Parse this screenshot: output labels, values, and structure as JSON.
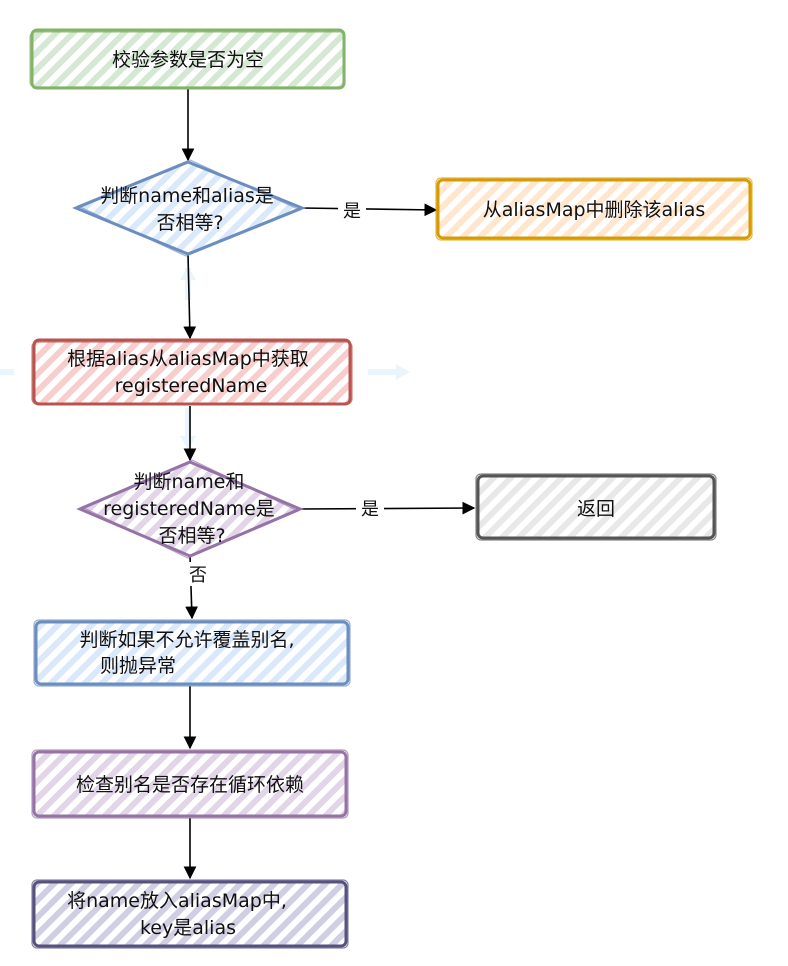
{
  "nodes": {
    "validate": "校验参数是否为空",
    "cmp_alias": [
      "判断name和alias是",
      "否相等?"
    ],
    "remove": "从aliasMap中删除该alias",
    "get_registered": [
      "根据alias从aliasMap中获取",
      "registeredName"
    ],
    "cmp_registered": [
      "判断name和",
      "registeredName是",
      "否相等?"
    ],
    "return": "返回",
    "override_check": [
      "判断如果不允许覆盖别名,",
      "则抛异常"
    ],
    "cycle_check": "检查别名是否存在循环依赖",
    "put": [
      "将name放入aliasMap中,",
      "key是alias"
    ]
  },
  "edges": {
    "yes1": "是",
    "yes2": "是",
    "no": "否"
  },
  "colors": {
    "green": "#82b366",
    "green_fill": "#d5e8d4",
    "blue": "#6c8ebf",
    "blue_fill": "#dae8fc",
    "orange": "#d79b00",
    "orange_fill": "#ffe6cc",
    "red": "#b85450",
    "red_fill": "#f8cecc",
    "purple": "#9673a6",
    "purple_fill": "#e1d5e7",
    "gray": "#666666",
    "gray_fill": "#f5f5f5",
    "navy": "#56517e",
    "navy_fill": "#d0cee2"
  }
}
